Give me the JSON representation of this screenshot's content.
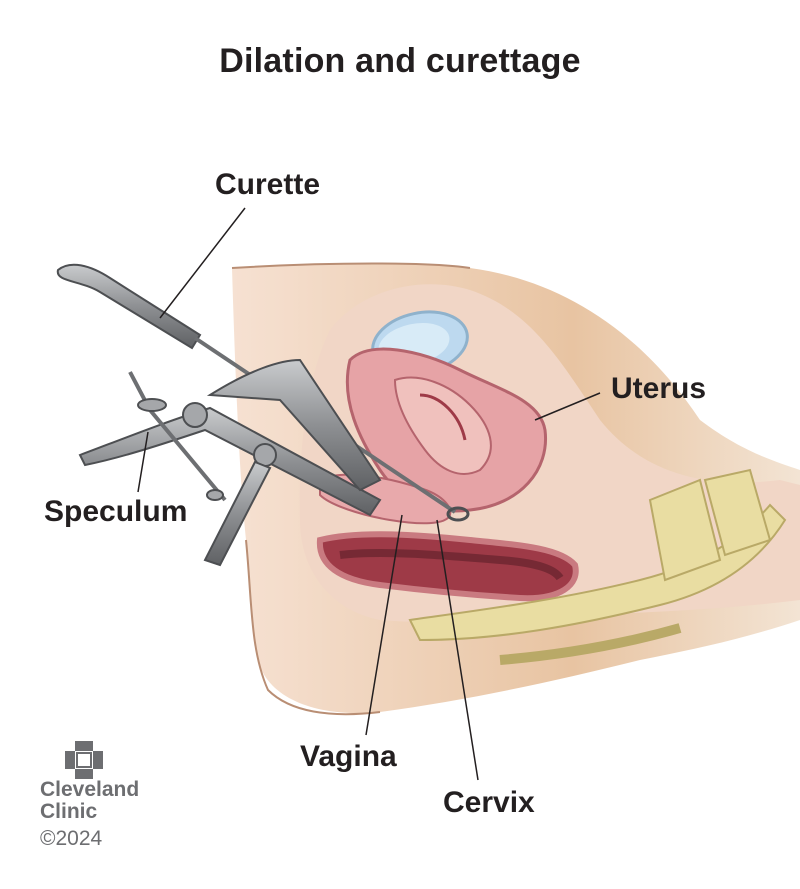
{
  "title": "Dilation and curettage",
  "labels": {
    "curette": "Curette",
    "uterus": "Uterus",
    "speculum": "Speculum",
    "vagina": "Vagina",
    "cervix": "Cervix"
  },
  "logo": {
    "brand_line1": "Cleveland",
    "brand_line2": "Clinic",
    "copyright": "©2024"
  },
  "colors": {
    "skin": "#f3d7c4",
    "tissue_pink": "#e6a3a6",
    "tissue_dark": "#9e3a47",
    "bone": "#e9dda2",
    "bladder": "#bdd9ef",
    "metal": "#8e9093",
    "brown_bg": "#d9b48c"
  }
}
